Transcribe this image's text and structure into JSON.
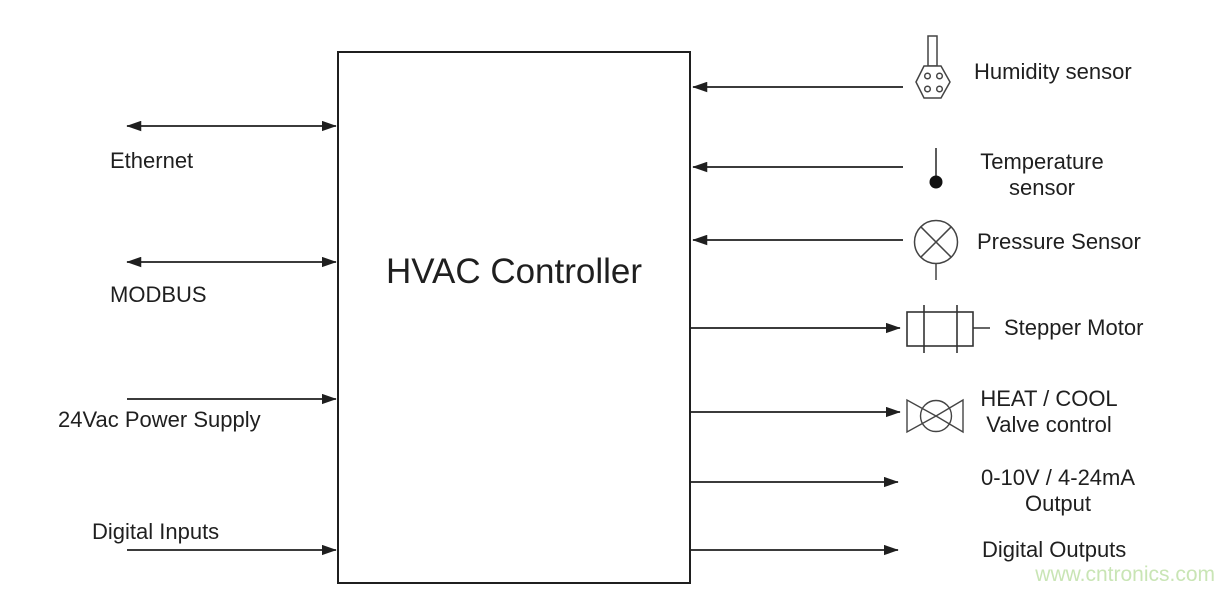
{
  "diagram": {
    "title": "HVAC Controller",
    "watermark": "www.cntronics.com",
    "colors": {
      "line": "#1f1f1f",
      "text": "#1f1f1f",
      "icon_stroke": "#444444",
      "watermark": "#c9e5b5",
      "background": "#ffffff"
    },
    "left_connections": [
      {
        "label": "Ethernet",
        "direction": "bidirectional"
      },
      {
        "label": "MODBUS",
        "direction": "bidirectional"
      },
      {
        "label": "24Vac Power Supply",
        "direction": "input"
      },
      {
        "label": "Digital Inputs",
        "direction": "input"
      }
    ],
    "right_connections": [
      {
        "label": "Humidity sensor",
        "lines": [
          "Humidity sensor"
        ],
        "direction": "input",
        "icon": "humidity-sensor-icon"
      },
      {
        "label": "Temperature sensor",
        "lines": [
          "Temperature",
          "sensor"
        ],
        "direction": "input",
        "icon": "temperature-sensor-icon"
      },
      {
        "label": "Pressure Sensor",
        "lines": [
          "Pressure Sensor"
        ],
        "direction": "input",
        "icon": "pressure-sensor-icon"
      },
      {
        "label": "Stepper Motor",
        "lines": [
          "Stepper Motor"
        ],
        "direction": "output",
        "icon": "stepper-motor-icon"
      },
      {
        "label": "HEAT / COOL Valve control",
        "lines": [
          "HEAT / COOL",
          "Valve control"
        ],
        "direction": "output",
        "icon": "valve-icon"
      },
      {
        "label": "0-10V / 4-24mA Output",
        "lines": [
          "0-10V / 4-24mA",
          "Output"
        ],
        "direction": "output",
        "icon": "none"
      },
      {
        "label": "Digital Outputs",
        "lines": [
          "Digital Outputs"
        ],
        "direction": "output",
        "icon": "none"
      }
    ]
  }
}
